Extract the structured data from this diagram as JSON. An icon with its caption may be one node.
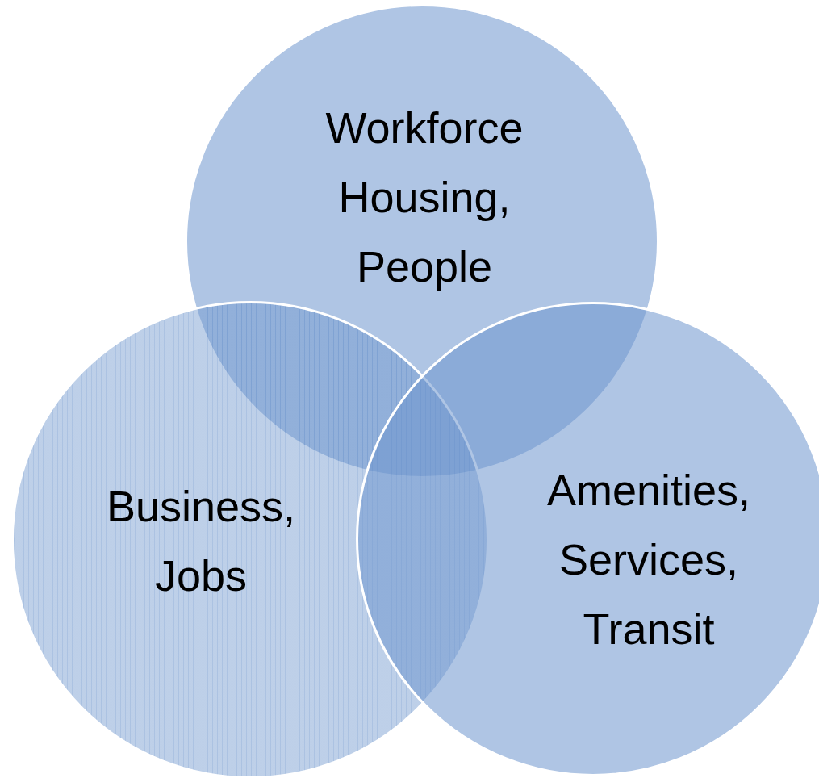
{
  "diagram": {
    "nodes": [
      {
        "text": [
          "Workforce Housing, People"
        ]
      },
      {
        "text": [
          "Business, Jobs"
        ]
      },
      {
        "text": [
          "Amenities, Services, Transit"
        ]
      }
    ]
  }
}
